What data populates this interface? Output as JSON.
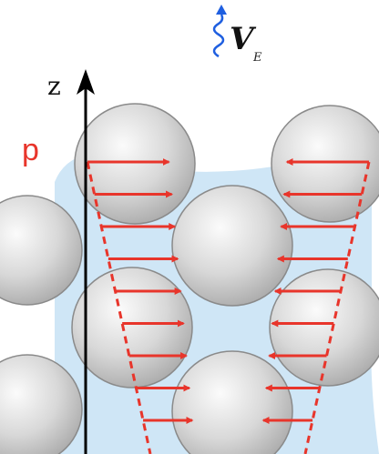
{
  "labels": {
    "axis": "z",
    "pressure": "p",
    "velocity_symbol": "V",
    "velocity_subscript": "E"
  },
  "colors": {
    "fluid": "#cfe6f6",
    "sphere": "#d3d3d3",
    "sphere_edge": "#8a8a8a",
    "arrow": "#e8352b",
    "axis": "#000000",
    "wave": "#1f5fe0"
  },
  "icons": {
    "wave": "squiggle-up-arrow-icon",
    "axis": "up-arrow-icon"
  },
  "arrow_rows": 9
}
